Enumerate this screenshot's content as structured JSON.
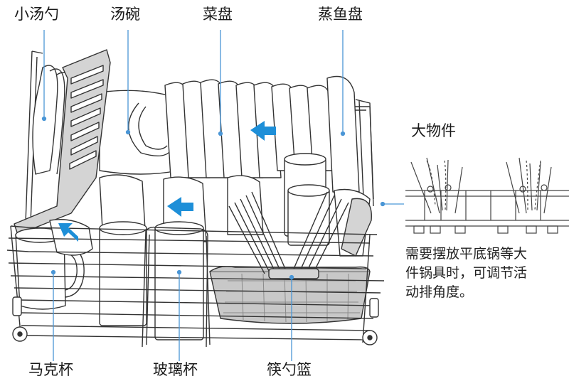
{
  "labels": {
    "small_spoon": "小汤勺",
    "soup_bowl": "汤碗",
    "dish_plate": "菜盘",
    "fish_plate": "蒸鱼盘",
    "large_items": "大物件",
    "mug": "马克杯",
    "glass": "玻璃杯",
    "cutlery_basket": "筷勺篮"
  },
  "note": {
    "line1": "需要摆放平底锅等大",
    "line2": "件锅具时，可调节活",
    "line3": "动排角度。"
  },
  "colors": {
    "leader": "#4a96d6",
    "arrow": "#1e8fd8",
    "line": "#333333",
    "fill_grey": "#d4d4d4",
    "basket": "#c8c8c8"
  }
}
